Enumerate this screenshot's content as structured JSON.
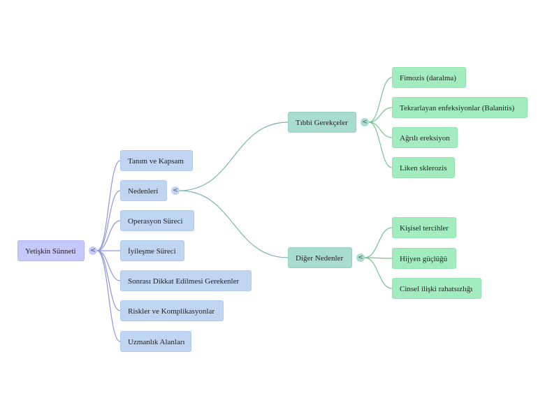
{
  "mindmap": {
    "root": {
      "label": "Yetişkin Sünneti"
    },
    "level1": [
      {
        "label": "Tanım ve Kapsam"
      },
      {
        "label": "Nedenleri"
      },
      {
        "label": "Operasyon Süreci"
      },
      {
        "label": "İyileşme Süreci"
      },
      {
        "label": "Sonrası Dikkat Edilmesi Gerekenler"
      },
      {
        "label": "Riskler ve Komplikasyonlar"
      },
      {
        "label": "Uzmanlık Alanları"
      }
    ],
    "reasons": [
      {
        "label": "Tıbbi Gerekçeler",
        "children": [
          {
            "label": "Fimozis (daralma)"
          },
          {
            "label": "Tekrarlayan enfeksiyonlar (Balanitis)"
          },
          {
            "label": "Ağrılı ereksiyon"
          },
          {
            "label": "Liken sklerozis"
          }
        ]
      },
      {
        "label": "Diğer Nedenler",
        "children": [
          {
            "label": "Kişisel tercihler"
          },
          {
            "label": "Hijyen güçlüğü"
          },
          {
            "label": "Cinsel ilişki rahatsızlığı"
          }
        ]
      }
    ],
    "toggle_symbol": "<",
    "colors": {
      "root": "#c4c8fb",
      "level1": "#bfd5f1",
      "level2": "#a9dcd1",
      "level3": "#a3ecc0",
      "link_root": "#8f96d8",
      "link_reasons": "#7ab5b0",
      "link_leaf": "#74c594"
    }
  }
}
